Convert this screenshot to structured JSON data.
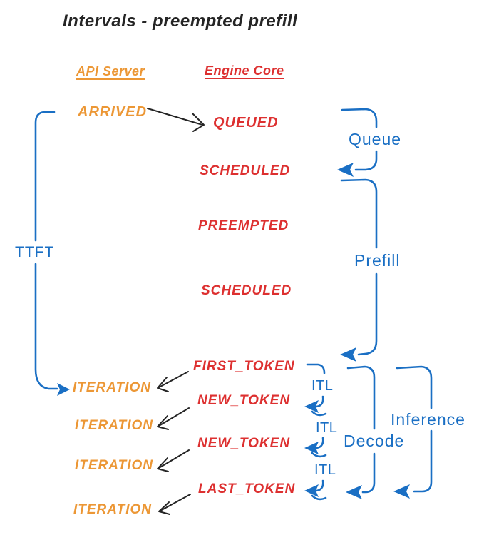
{
  "title": "Intervals - preempted prefill",
  "columns": {
    "api_server": "API Server",
    "engine_core": "Engine Core"
  },
  "api_events": {
    "arrived": "ARRIVED",
    "iterations": [
      "ITERATION",
      "ITERATION",
      "ITERATION",
      "ITERATION"
    ]
  },
  "engine_events": {
    "queued": "QUEUED",
    "scheduled_1": "SCHEDULED",
    "preempted": "PREEMPTED",
    "scheduled_2": "SCHEDULED",
    "first_token": "FIRST_TOKEN",
    "new_token_1": "NEW_TOKEN",
    "new_token_2": "NEW_TOKEN",
    "last_token": "LAST_TOKEN"
  },
  "intervals": {
    "ttft": "TTFT",
    "queue": "Queue",
    "prefill": "Prefill",
    "decode": "Decode",
    "inference": "Inference",
    "itl": [
      "ITL",
      "ITL",
      "ITL"
    ]
  },
  "colors": {
    "orange": "#EC9735",
    "red": "#DD3030",
    "blue": "#1A6FC4",
    "ink": "#252525"
  }
}
